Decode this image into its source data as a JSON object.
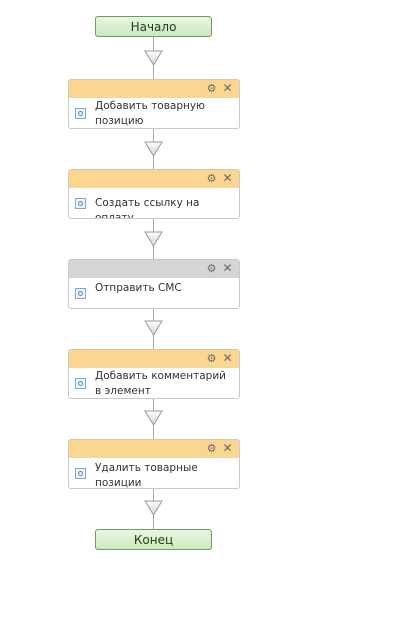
{
  "workflow": {
    "start_label": "Начало",
    "end_label": "Конец",
    "blocks": [
      {
        "label": "Добавить товарную позицию",
        "header_color": "orange"
      },
      {
        "label": "Создать ссылку на оплату",
        "header_color": "orange"
      },
      {
        "label": "Отправить СМС",
        "header_color": "grey"
      },
      {
        "label": "Добавить комментарий в элемент",
        "header_color": "orange"
      },
      {
        "label": "Удалить товарные позиции",
        "header_color": "orange"
      }
    ]
  },
  "icons": {
    "settings": "gear-icon",
    "remove": "close-icon",
    "activity": "activity-icon",
    "flow": "arrow-down-icon"
  },
  "colors": {
    "header_orange": "#fbd690",
    "header_grey": "#d4d6d4",
    "terminal_fill": "#d6eecb",
    "terminal_border": "#6f9a62"
  }
}
